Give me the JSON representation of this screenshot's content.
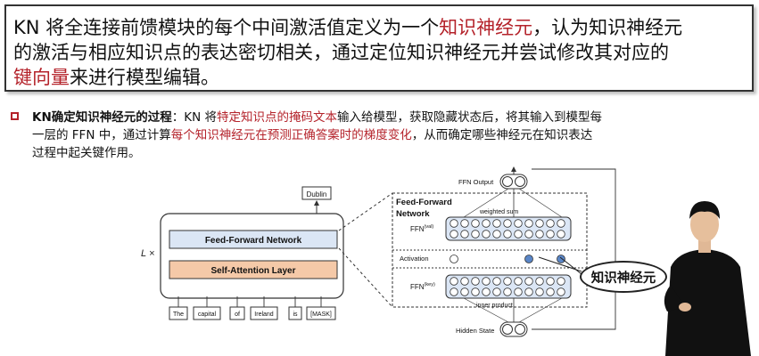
{
  "top_box": {
    "l1_a": "KN 将全连接前馈模块的每个中间激活值定义为一个",
    "l1_b": "知识神经元",
    "l1_c": "，认为知识神经元",
    "l2": "的激活与相应知识点的表达密切相关，通过定位知识神经元并尝试修改其对应的",
    "l3_a": "键向量",
    "l3_b": "来进行模型编辑。"
  },
  "bullet": {
    "title": "KN确定知识神经元的过程",
    "t1": "：KN 将",
    "t1_red": "特定知识点的掩码文本",
    "t1_end": "输入给模型，获取隐藏状态后，将其输入到模型每",
    "t2_a": "一层的 FFN 中，通过计算",
    "t2_red": "每个知识神经元在预测正确答案时的梯度变化",
    "t2_end": "，从而确定哪些神经元在知识表达",
    "t3": "过程中起关键作用。"
  },
  "left_diagram": {
    "output": "Dublin",
    "ffn": "Feed-Forward Network",
    "attn": "Self-Attention Layer",
    "lx": "L ×",
    "tokens": [
      "The",
      "capital",
      "of",
      "Ireland",
      "is",
      "[MASK]"
    ]
  },
  "right_diagram": {
    "title1": "Feed-Forward",
    "title2": "Network",
    "ffn_output": "FFN Output",
    "weighted_sum": "weighted sum",
    "ffn_val": "FFN",
    "val_sup": "(val)",
    "activation": "Activation",
    "ffn_key": "FFN",
    "key_sup": "(key)",
    "inner_product": "inner product",
    "hidden_state": "Hidden State"
  },
  "callout": "知识神经元",
  "colors": {
    "accent_red": "#b4222a",
    "ffn_blue": "#dbe6f5",
    "attn_orange": "#f5c9a8",
    "neuron_blue": "#5a86c7"
  }
}
